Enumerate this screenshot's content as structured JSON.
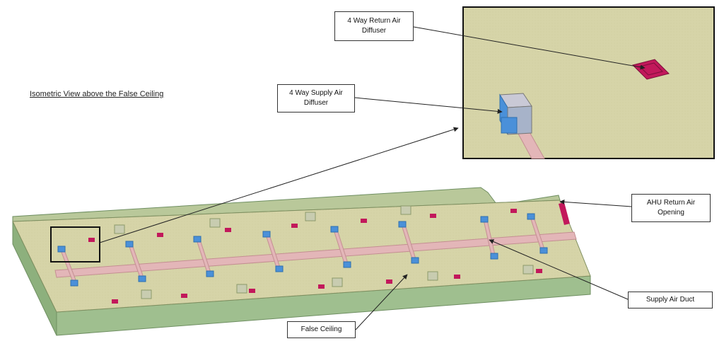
{
  "page_title": "Isometric View above the False Ceiling",
  "callouts": {
    "return_diffuser": "4 Way Return Air Diffuser",
    "supply_diffuser": "4 Way Supply Air Diffuser",
    "ahu_return": "AHU Return Air Opening",
    "supply_duct": "Supply Air Duct",
    "false_ceiling": "False Ceiling"
  },
  "colors": {
    "ceiling_top": "#d6d4a8",
    "ceiling_side": "#9fbf8f",
    "duct": "#e3b6b8",
    "supply_diffuser": "#4a90d9",
    "return_diffuser": "#c2185b",
    "light_fixture": "#c8ccb0"
  }
}
